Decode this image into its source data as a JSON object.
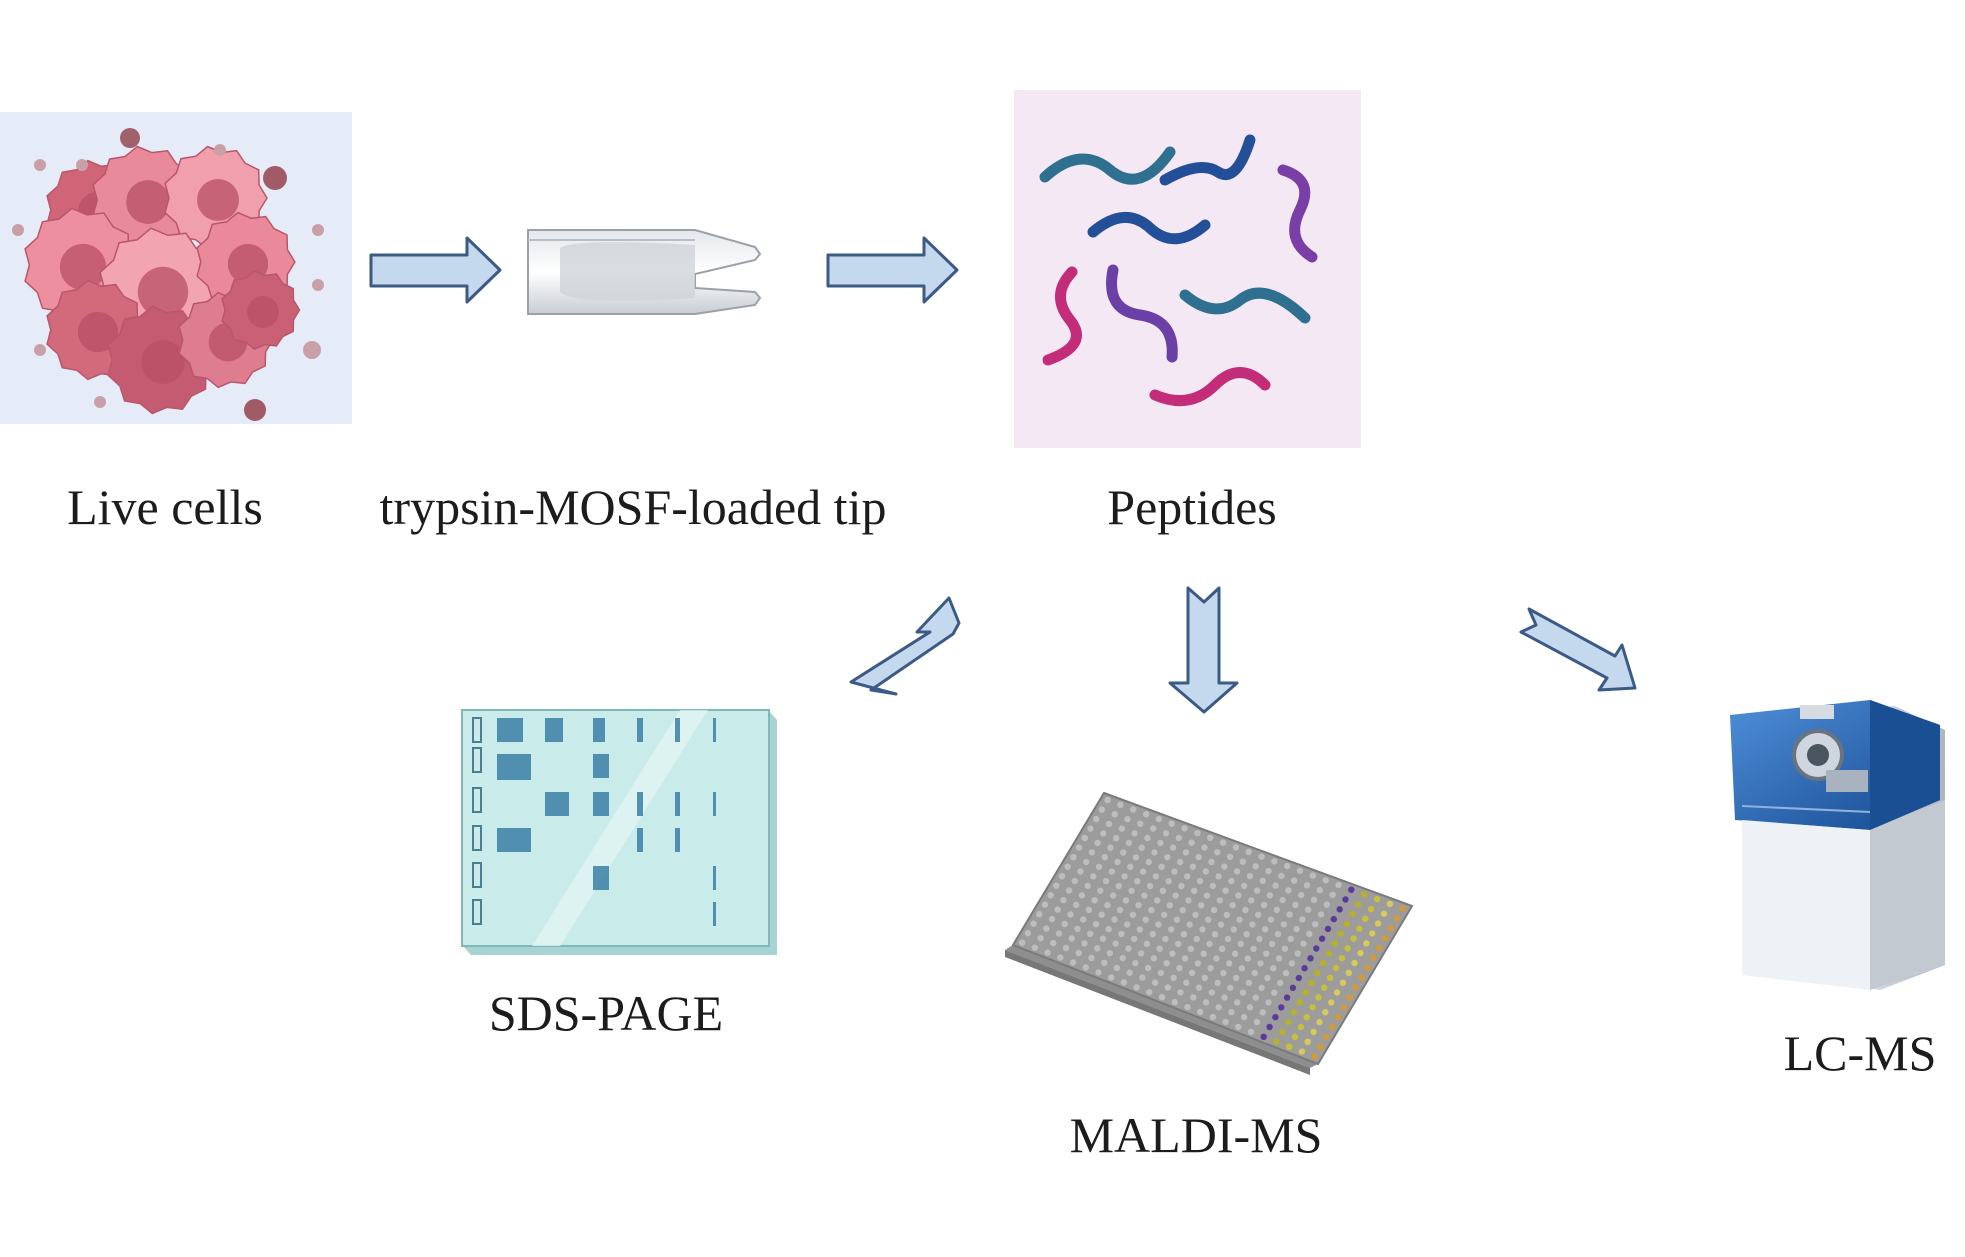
{
  "diagram": {
    "nodes": {
      "live_cells": {
        "label": "Live cells",
        "icon": "cell-cluster-icon"
      },
      "tip": {
        "label": "trypsin-MOSF-loaded tip",
        "icon": "pipette-tip-icon"
      },
      "peptides": {
        "label": "Peptides",
        "icon": "peptide-strands-icon"
      },
      "sds_page": {
        "label": "SDS-PAGE",
        "icon": "gel-plate-icon"
      },
      "maldi_ms": {
        "label": "MALDI-MS",
        "icon": "maldi-target-plate-icon"
      },
      "lc_ms": {
        "label": "LC-MS",
        "icon": "mass-spectrometer-icon"
      }
    },
    "edges": [
      {
        "from": "live_cells",
        "to": "tip"
      },
      {
        "from": "tip",
        "to": "peptides"
      },
      {
        "from": "peptides",
        "to": "sds_page"
      },
      {
        "from": "peptides",
        "to": "maldi_ms"
      },
      {
        "from": "peptides",
        "to": "lc_ms"
      }
    ],
    "colors": {
      "arrow_fill": "#c5d9ee",
      "arrow_stroke": "#3b5a86",
      "cells_bg": "#e6ecf7",
      "peptides_bg": "#f3e8f4",
      "gel_fill": "#c6e8e6",
      "gel_band": "#3b7fa6",
      "instrument_blue": "#1f5fae"
    }
  }
}
